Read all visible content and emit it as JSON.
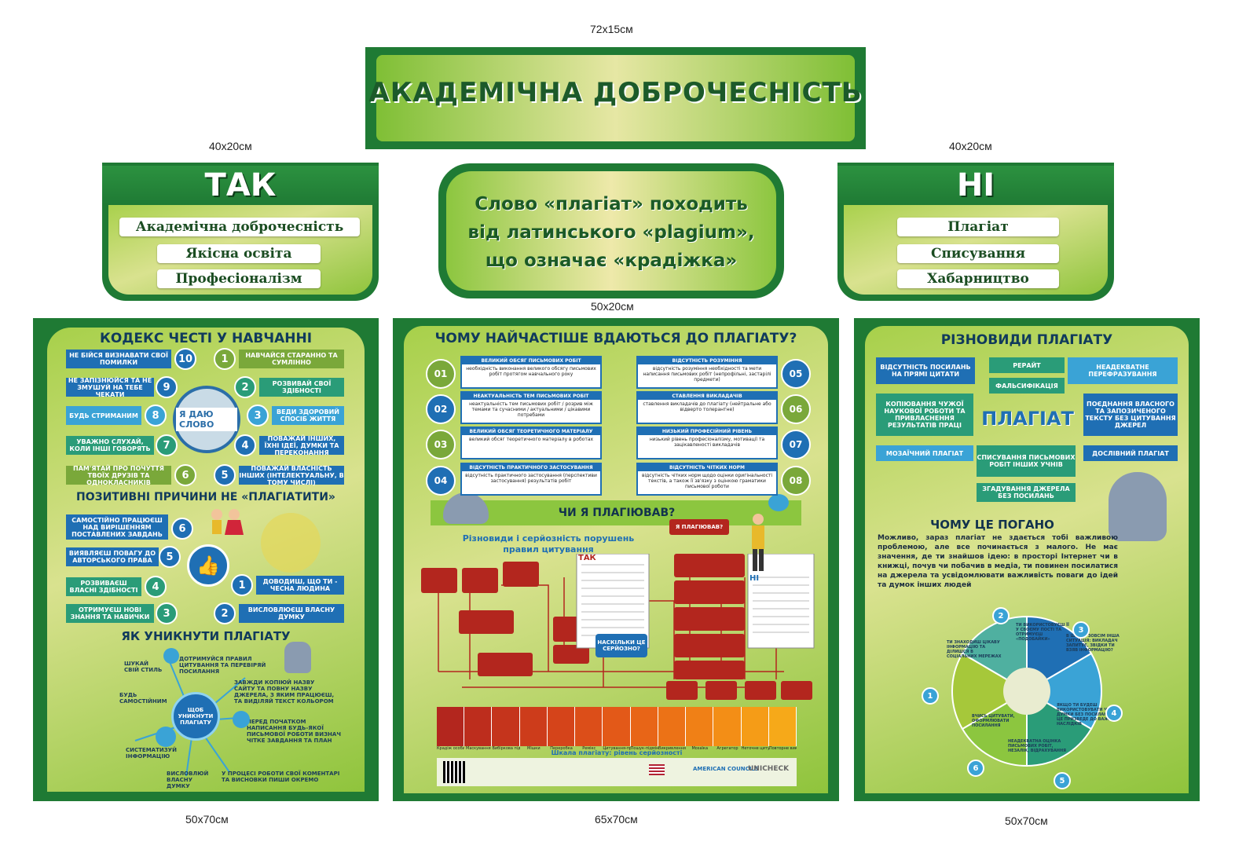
{
  "dims": {
    "title": "72х15см",
    "left_small": "40х20см",
    "right_small": "40х20см",
    "center_small": "50х20см",
    "left_big": "50х70см",
    "center_big": "65х70см",
    "right_big": "50х70см"
  },
  "title": "АКАДЕМІЧНА ДОБРОЧЕСНІСТЬ",
  "tak": {
    "heading": "ТАК",
    "items": [
      "Академічна доброчесність",
      "Якісна освіта",
      "Професіоналізм"
    ]
  },
  "ni": {
    "heading": "НІ",
    "items": [
      "Плагіат",
      "Списування",
      "Хабарництво"
    ]
  },
  "center_text": {
    "line1": "Слово «плагіат» походить",
    "line2": "від латинського «plagium»,",
    "line3": "що означає «крадіжка»"
  },
  "left_panel": {
    "codex_title": "КОДЕКС ЧЕСТІ У НАВЧАННІ",
    "codex_left": [
      {
        "n": "10",
        "t": "НЕ БІЙСЯ ВИЗНАВАТИ СВОЇ ПОМИЛКИ"
      },
      {
        "n": "9",
        "t": "НЕ ЗАПІЗНЮЙСЯ ТА НЕ ЗМУШУЙ НА ТЕБЕ ЧЕКАТИ"
      },
      {
        "n": "8",
        "t": "БУДЬ СТРИМАНИМ"
      },
      {
        "n": "7",
        "t": "УВАЖНО СЛУХАЙ, КОЛИ ІНШІ ГОВОРЯТЬ"
      },
      {
        "n": "6",
        "t": "ПАМ'ЯТАЙ ПРО ПОЧУТТЯ ТВОЇХ ДРУЗІВ ТА ОДНОКЛАСНИКІВ"
      }
    ],
    "codex_right": [
      {
        "n": "1",
        "t": "НАВЧАЙСЯ СТАРАННО ТА СУМЛІННО"
      },
      {
        "n": "2",
        "t": "РОЗВИВАЙ СВОЇ ЗДІБНОСТІ"
      },
      {
        "n": "3",
        "t": "ВЕДИ ЗДОРОВИЙ СПОСІБ ЖИТТЯ"
      },
      {
        "n": "4",
        "t": "ПОВАЖАЙ ІНШИХ, ЇХНІ ІДЕЇ, ДУМКИ ТА ПЕРЕКОНАННЯ"
      },
      {
        "n": "5",
        "t": "ПОВАЖАЙ ВЛАСНІСТЬ ІНШИХ (ІНТЕЛЕКТУАЛЬНУ, В ТОМУ ЧИСЛІ)"
      }
    ],
    "stamp": "Я ДАЮ СЛОВО",
    "positive_title": "ПОЗИТИВНІ ПРИЧИНИ НЕ «ПЛАГІАТИТИ»",
    "positive_left": [
      {
        "n": "6",
        "t": "САМОСТІЙНО ПРАЦЮЄШ НАД ВИРІШЕННЯМ ПОСТАВЛЕНИХ ЗАВДАНЬ"
      },
      {
        "n": "5",
        "t": "ВИЯВЛЯЄШ ПОВАГУ ДО АВТОРСЬКОГО ПРАВА"
      },
      {
        "n": "4",
        "t": "РОЗВИВАЄШ ВЛАСНІ ЗДІБНОСТІ"
      },
      {
        "n": "3",
        "t": "ОТРИМУЄШ НОВІ ЗНАННЯ ТА НАВИЧКИ"
      }
    ],
    "positive_right": [
      {
        "n": "1",
        "t": "ДОВОДИШ, ЩО ТИ - ЧЕСНА ЛЮДИНА"
      },
      {
        "n": "2",
        "t": "ВИСЛОВЛЮЄШ ВЛАСНУ ДУМКУ"
      }
    ],
    "avoid_title": "ЯК УНИКНУТИ ПЛАГІАТУ",
    "avoid_center": "ЩОБ УНИКНУТИ ПЛАГІАТУ",
    "avoid_items": [
      "ДОТРИМУЙСЯ ПРАВИЛ ЦИТУВАННЯ ТА ПЕРЕВІРЯЙ ПОСИЛАННЯ",
      "ЗАВЖДИ КОПІЮЙ НАЗВУ САЙТУ ТА ПОВНУ НАЗВУ ДЖЕРЕЛА, З ЯКИМ ПРАЦЮЄШ, ТА ВИДІЛЯЙ ТЕКСТ КОЛЬОРОМ",
      "ПЕРЕД ПОЧАТКОМ НАПИСАННЯ БУДЬ-ЯКОЇ ПИСЬМОВОЇ РОБОТИ ВИЗНАЧ ЧІТКЕ ЗАВДАННЯ ТА ПЛАН",
      "У ПРОЦЕСІ РОБОТИ СВОЇ КОМЕНТАРІ ТА ВИСНОВКИ ПИШИ ОКРЕМО",
      "ВИСЛОВЛЮЙ ВЛАСНУ ДУМКУ",
      "СИСТЕМАТИЗУЙ ІНФОРМАЦІЮ",
      "БУДЬ САМОСТІЙНИМ",
      "ШУКАЙ СВІЙ СТИЛЬ"
    ]
  },
  "center_panel": {
    "title": "ЧОМУ НАЙЧАСТІШЕ ВДАЮТЬСЯ ДО ПЛАГІАТУ?",
    "reasons_left": [
      {
        "n": "01",
        "h": "ВЕЛИКИЙ ОБСЯГ ПИСЬМОВИХ РОБІТ",
        "t": "необхідність виконання великого обсягу письмових робіт протягом навчального року"
      },
      {
        "n": "02",
        "h": "НЕАКТУАЛЬНІСТЬ ТЕМ ПИСЬМОВИХ РОБІТ",
        "t": "неактуальність тем письмових робіт / розрив між темами та сучасними / актуальними / цікавими потребами"
      },
      {
        "n": "03",
        "h": "ВЕЛИКИЙ ОБСЯГ ТЕОРЕТИЧНОГО МАТЕРІАЛУ",
        "t": "великий обсяг теоретичного матеріалу в роботах"
      },
      {
        "n": "04",
        "h": "ВІДСУТНІСТЬ ПРАКТИЧНОГО ЗАСТОСУВАННЯ",
        "t": "відсутність практичного застосування (перспективи застосування) результатів робіт"
      }
    ],
    "reasons_right": [
      {
        "n": "05",
        "h": "ВІДСУТНІСТЬ РОЗУМІННЯ",
        "t": "відсутність розуміння необхідності та мети написання письмових робіт (непрофільні, застарілі предмети)"
      },
      {
        "n": "06",
        "h": "СТАВЛЕННЯ ВИКЛАДАЧІВ",
        "t": "ставлення викладачів до плагіату (нейтральне або відверто толерантне)"
      },
      {
        "n": "07",
        "h": "НИЗЬКИЙ ПРОФЕСІЙНИЙ РІВЕНЬ",
        "t": "низький рівень професіоналізму, мотивації та зацікавленості викладачів"
      },
      {
        "n": "08",
        "h": "ВІДСУТНІСТЬ ЧІТКИХ НОРМ",
        "t": "відсутність чітких норм щодо оцінки оригінальності текстів, а також її зв'язку з оцінкою граматики письмової роботи"
      }
    ],
    "quiz_title": "ЧИ Я ПЛАГІЮВАВ?",
    "varieties_title": "Різновиди і серйозність порушень правил цитування",
    "tak": "ТАК",
    "ni": "НІ",
    "how_serious": "НАСКІЛЬКИ ЦЕ СЕРЙОЗНО?",
    "plagiarized_q": "Я ПЛАГІЮВАВ?",
    "scale_labels": [
      "Крадіж особистості",
      "Маскування",
      "Вибіркова підміна",
      "Мішки",
      "Переробка",
      "Ремікс",
      "Цитування-примари",
      "Пошук-підміна",
      "Викривлення",
      "Мозаїка",
      "Агрегатор",
      "Неточне цитування",
      "Повторне використання"
    ],
    "scale_caption": "Шкала плагіату: рівень серйозності порушень",
    "partners": [
      "AMERICAN COUNCILS",
      "UNICHECK"
    ]
  },
  "right_panel": {
    "title": "РІЗНОВИДИ ПЛАГІАТУ",
    "types": [
      "ВІДСУТНІСТЬ ПОСИЛАНЬ НА ПРЯМІ ЦИТАТИ",
      "РЕРАЙТ",
      "НЕАДЕКВАТНЕ ПЕРЕФРАЗУВАННЯ",
      "ФАЛЬСИФІКАЦІЯ",
      "КОПІЮВАННЯ ЧУЖОЇ НАУКОВОЇ РОБОТИ ТА ПРИВЛАСНЕННЯ РЕЗУЛЬТАТІВ ПРАЦІ",
      "ПОЄДНАННЯ ВЛАСНОГО ТА ЗАПОЗИЧЕНОГО ТЕКСТУ БЕЗ ЦИТУВАННЯ ДЖЕРЕЛ",
      "МОЗАЇЧНИЙ ПЛАГІАТ",
      "СПИСУВАННЯ ПИСЬМОВИХ РОБІТ ІНШИХ УЧНІВ",
      "ДОСЛІВНИЙ ПЛАГІАТ",
      "ЗГАДУВАННЯ ДЖЕРЕЛА БЕЗ ПОСИЛАНЬ"
    ],
    "center_word": "ПЛАГІАТ",
    "why_bad_title": "ЧОМУ ЦЕ ПОГАНО",
    "why_bad_text": "Можливо, зараз плагіат не здається тобі важливою проблемою, але все починається з малого. Не має значення, де ти знайшов ідею: в просторі Інтернет чи в книжці, почув чи побачив в медіа, ти повинен посилатися на джерела та усвідомлювати важливість поваги до ідей та думок інших людей",
    "cycle": [
      {
        "n": "1",
        "t": "ТИ ЗНАХОДИШ ЦІКАВУ ІНФОРМАЦІЮ ТА ДІЛИШСЯ В СОЦІАЛЬНИХ МЕРЕЖАХ"
      },
      {
        "n": "2",
        "t": "ТИ ВИКОРИСТОВУЄШ ЇЇ У СВОЄМУ ПОСТІ ТА ОТРИМУЄШ «ПОДОБАЙКИ»"
      },
      {
        "n": "3",
        "t": "В ШКОЛІ ЗОВСІМ ІНША СИТУАЦІЯ: ВИКЛАДАЧ ЗАПИТУЄ, ЗВІДКИ ТИ ВЗЯВ ІНФОРМАЦІЮ?"
      },
      {
        "n": "4",
        "t": "ЯКЩО ТИ БУДЕШ ВИКОРИСТОВУВАТИ ЧУЖІ ДУМКИ БЕЗ ПОСИЛАНЬ – ЦЕ ПРИЗВЕДЕ ДО ВАЖКИХ НАСЛІДКІВ"
      },
      {
        "n": "5",
        "t": "НЕАДЕКВАТНА ОЦІНКА ПИСЬМОВИХ РОБІТ, НЕЗАЛІК, ВІДРАХУВАННЯ"
      },
      {
        "n": "6",
        "t": "ВЧИСЬ ЦИТУВАТИ, ОФОРМЛЮВАТИ ПОСИЛАННЯ"
      }
    ]
  },
  "colors": {
    "frame": "#1f7a34",
    "accent_blue": "#1f6fb4",
    "accent_teal": "#2a9c78",
    "title_text": "#1c5a2a"
  }
}
